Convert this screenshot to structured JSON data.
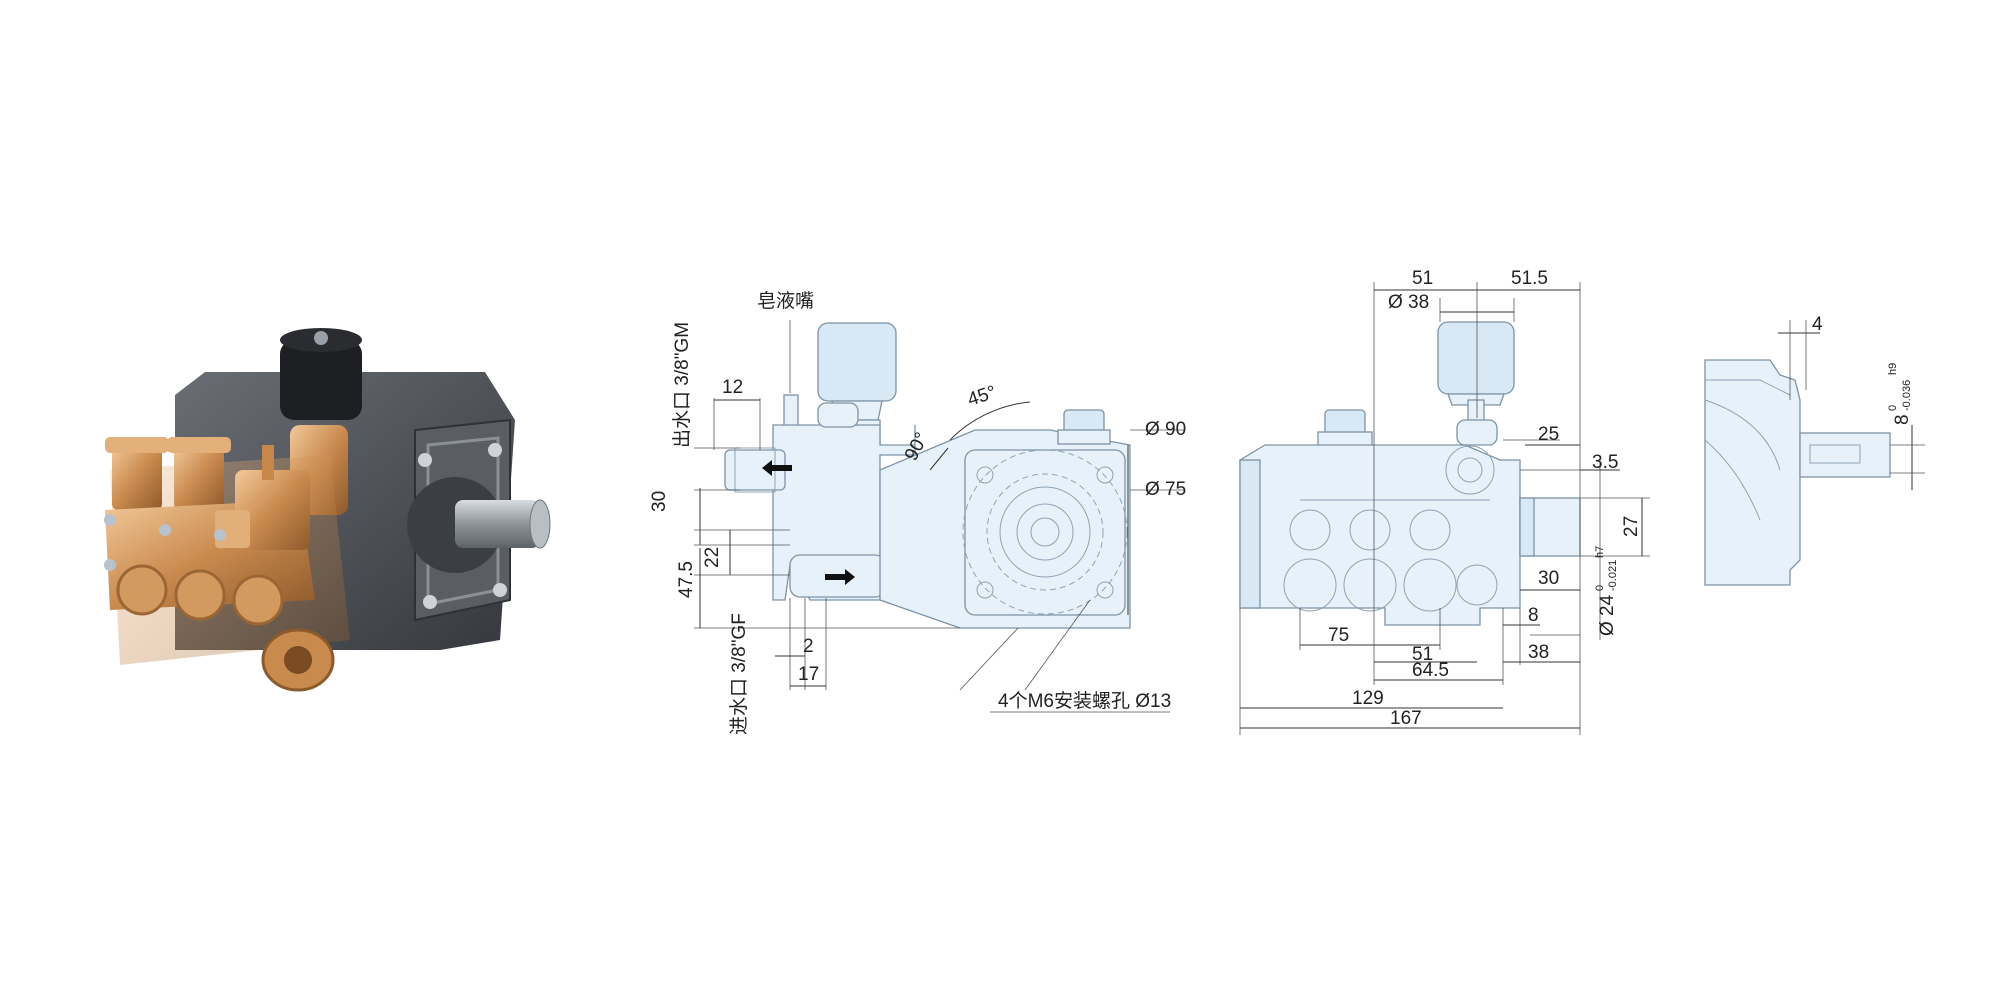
{
  "colors": {
    "drawing_fill": "#e6f1fa",
    "drawing_stroke": "#7d93a6",
    "brass": "#c98a4e",
    "housing": "#4b4f55"
  },
  "side_view": {
    "soap_nozzle": "皂液嘴",
    "outlet": "出水口 3/8\"GM",
    "inlet": "进水口 3/8\"GF",
    "mount_holes": "4个M6安装螺孔 Ø13",
    "dims": {
      "d12": "12",
      "d30": "30",
      "d22": "22",
      "d47_5": "47.5",
      "d2": "2",
      "d17": "17",
      "a45": "45°",
      "a90": "90°",
      "dia90": "Ø 90",
      "dia75": "Ø 75"
    }
  },
  "front_view": {
    "dims": {
      "d51_top": "51",
      "d51_5": "51.5",
      "dia38": "Ø 38",
      "d25": "25",
      "d3_5": "3.5",
      "d27": "27",
      "d30": "30",
      "d8": "8",
      "d38": "38",
      "d75": "75",
      "d51_bot": "51",
      "d64_5": "64.5",
      "d129": "129",
      "d167": "167",
      "shaft_main": "Ø 24",
      "shaft_tol_top": "0",
      "shaft_tol_bot": "-0.021",
      "shaft_fit": "h7"
    }
  },
  "end_view": {
    "dims": {
      "d4": "4",
      "key_main": "8",
      "key_tol_top": "0",
      "key_tol_bot": "-0.036",
      "key_fit": "h9"
    }
  }
}
